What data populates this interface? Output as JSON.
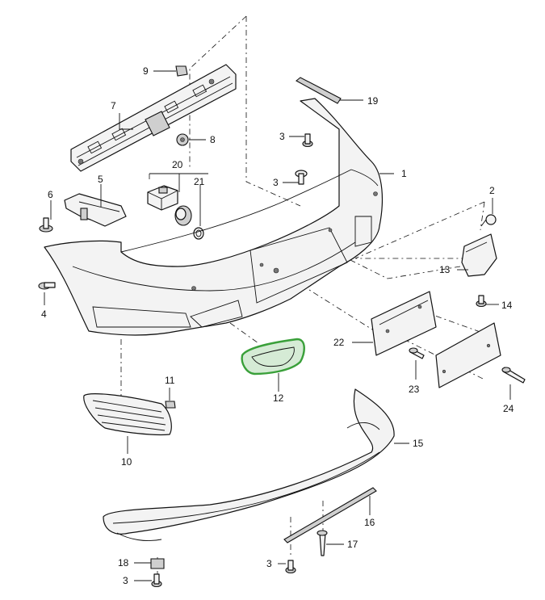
{
  "diagram": {
    "highlight_color": "#3aa03a",
    "callouts": [
      {
        "id": "c1",
        "text": "1"
      },
      {
        "id": "c2",
        "text": "2"
      },
      {
        "id": "c3a",
        "text": "3"
      },
      {
        "id": "c3b",
        "text": "3"
      },
      {
        "id": "c3c",
        "text": "3"
      },
      {
        "id": "c3d",
        "text": "3"
      },
      {
        "id": "c4",
        "text": "4"
      },
      {
        "id": "c5",
        "text": "5"
      },
      {
        "id": "c6",
        "text": "6"
      },
      {
        "id": "c7",
        "text": "7"
      },
      {
        "id": "c8",
        "text": "8"
      },
      {
        "id": "c9",
        "text": "9"
      },
      {
        "id": "c10",
        "text": "10"
      },
      {
        "id": "c11",
        "text": "11"
      },
      {
        "id": "c12",
        "text": "12"
      },
      {
        "id": "c13",
        "text": "13"
      },
      {
        "id": "c14",
        "text": "14"
      },
      {
        "id": "c15",
        "text": "15"
      },
      {
        "id": "c16",
        "text": "16"
      },
      {
        "id": "c17",
        "text": "17"
      },
      {
        "id": "c18",
        "text": "18"
      },
      {
        "id": "c19",
        "text": "19"
      },
      {
        "id": "c20",
        "text": "20"
      },
      {
        "id": "c21",
        "text": "21"
      },
      {
        "id": "c22",
        "text": "22"
      },
      {
        "id": "c23",
        "text": "23"
      },
      {
        "id": "c24",
        "text": "24"
      }
    ]
  }
}
